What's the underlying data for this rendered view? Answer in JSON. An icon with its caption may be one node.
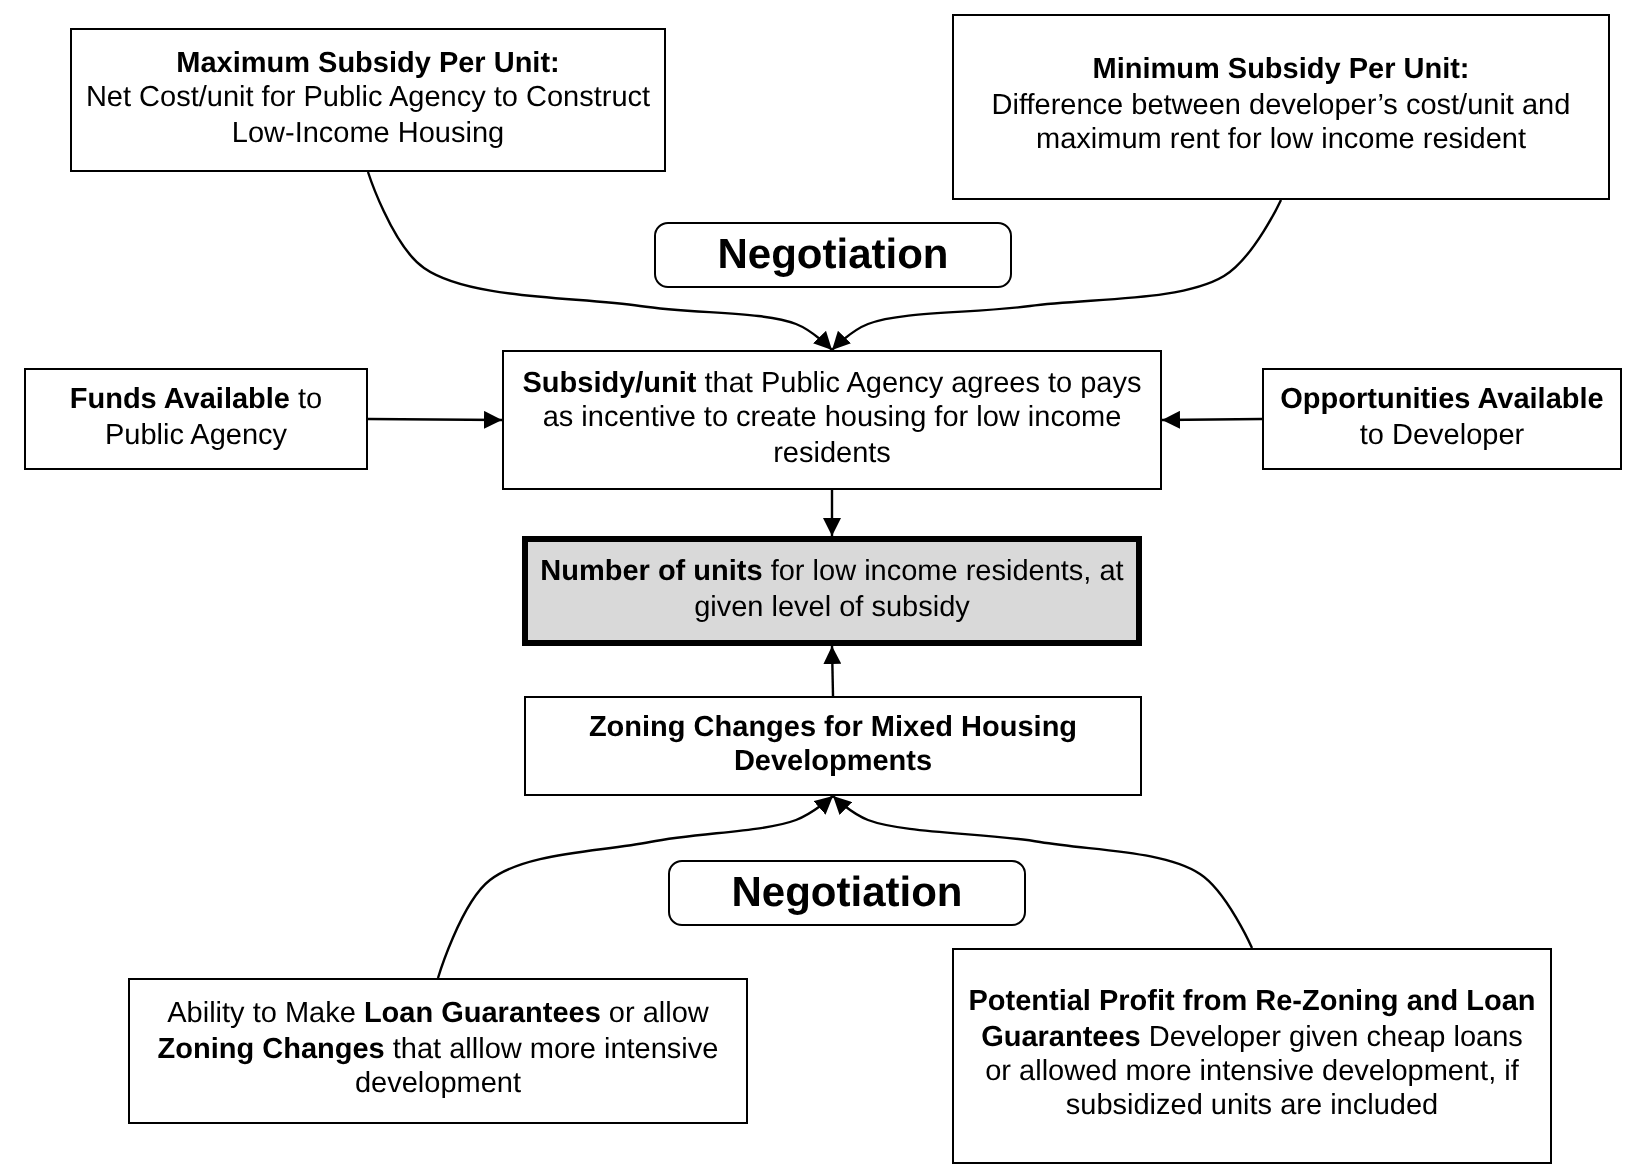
{
  "diagram": {
    "nodes": [
      {
        "text": [
          "Maximum Subsidy Per Unit:",
          "Net Cost/unit for Public Agency to Construct Low-Income Housing"
        ]
      },
      {
        "text": [
          "Minimum Subsidy Per Unit:",
          "Difference between developer’s cost/unit and maximum rent for low income resident"
        ]
      },
      {
        "text": [
          "Negotiation"
        ]
      },
      {
        "text": [
          "**Funds Available** to Public Agency"
        ]
      },
      {
        "text": [
          "**Subsidy/unit** that Public Agency agrees to pays as incentive to create housing for low income residents"
        ]
      },
      {
        "text": [
          "**Opportunities Available** to Developer"
        ]
      },
      {
        "text": [
          "**Number of units** for low income residents, at given level of subsidy"
        ]
      },
      {
        "text": [
          "Zoning Changes for Mixed Housing Developments"
        ]
      },
      {
        "text": [
          "Negotiation"
        ]
      },
      {
        "text": [
          "Ability to Make  **Loan Guarantees** or allow **Zoning Changes**  that alllow more intensive development"
        ]
      },
      {
        "text": [
          "**Potential Profit from Re-Zoning and Loan Guarantees**   Developer given cheap loans or allowed more intensive development, if subsidized units are included"
        ]
      }
    ],
    "edges": [
      {
        "from": 0,
        "to": 4,
        "arrow": "to"
      },
      {
        "from": 1,
        "to": 4,
        "arrow": "to"
      },
      {
        "from": 3,
        "to": 4,
        "arrow": "to"
      },
      {
        "from": 5,
        "to": 4,
        "arrow": "to"
      },
      {
        "from": 4,
        "to": 6,
        "arrow": "to"
      },
      {
        "from": 7,
        "to": 6,
        "arrow": "to"
      },
      {
        "from": 9,
        "to": 7,
        "arrow": "to"
      },
      {
        "from": 10,
        "to": 7,
        "arrow": "to"
      }
    ]
  }
}
